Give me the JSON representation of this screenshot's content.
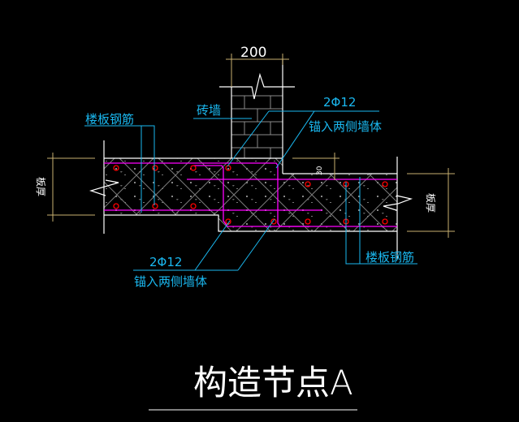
{
  "drawing": {
    "title": "构造节点A",
    "wall_width_dim": "200",
    "small_dim": "30",
    "labels": {
      "slab_rebar_left": "楼板钢筋",
      "slab_rebar_right": "楼板钢筋",
      "brick_wall": "砖墙",
      "bars_top": "2Φ12",
      "anchor_top": "锚入两侧墙体",
      "bars_bottom": "2Φ12",
      "anchor_bottom": "锚入两侧墙体",
      "thickness_left": "板厚",
      "thickness_right": "板厚"
    },
    "colors": {
      "background": "#000000",
      "leader": "#1ab8f0",
      "rebar": "#ff00ff",
      "bar_section": "#ff0000",
      "dimension": "#c8b070",
      "outline": "#ffffff",
      "hatch": "#808080"
    }
  }
}
